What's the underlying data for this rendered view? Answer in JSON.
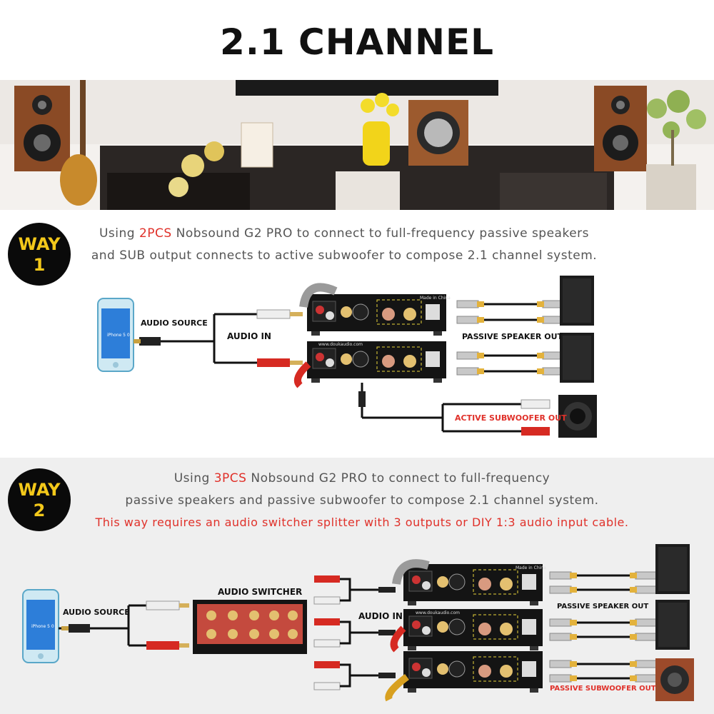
{
  "title": "2.1 CHANNEL",
  "way1": {
    "badge_word": "WAY",
    "badge_number": "1",
    "line1_pre": "Using ",
    "line1_highlight": "2PCS",
    "line1_post": " Nobsound G2 PRO to connect to full-frequency passive speakers",
    "line2": "and SUB output connects to active subwoofer to compose 2.1 channel system.",
    "audio_source_label": "AUDIO SOURCE",
    "audio_in_label": "AUDIO IN",
    "passive_speaker_out_label": "PASSIVE SPEAKER OUT",
    "active_subwoofer_out_label": "ACTIVE SUBWOOFER OUT"
  },
  "way2": {
    "badge_word": "WAY",
    "badge_number": "2",
    "line1_pre": "Using ",
    "line1_highlight": "3PCS",
    "line1_post": " Nobsound G2 PRO to connect to full-frequency",
    "line2": "passive speakers and passive subwoofer to compose 2.1 channel system.",
    "line3": "This way requires an audio switcher splitter with 3 outputs or DIY 1:3 audio input cable.",
    "audio_source_label": "AUDIO SOURCE",
    "audio_switcher_label": "AUDIO SWITCHER",
    "audio_in_label": "AUDIO IN",
    "passive_speaker_out_label": "PASSIVE SPEAKER OUT",
    "passive_subwoofer_out_label": "PASSIVE SUBWOOFER OUT"
  },
  "device_text": {
    "phone_model": "iPhone 5 0",
    "amp_url": "www.doukaudio.com",
    "amp_made": "Made in China"
  },
  "colors": {
    "red_accent": "#e0312a",
    "badge_bg": "#0a0a0a",
    "badge_text": "#f3c81a",
    "cable_red": "#d62a22",
    "yellow_arrow": "#d8a020"
  }
}
